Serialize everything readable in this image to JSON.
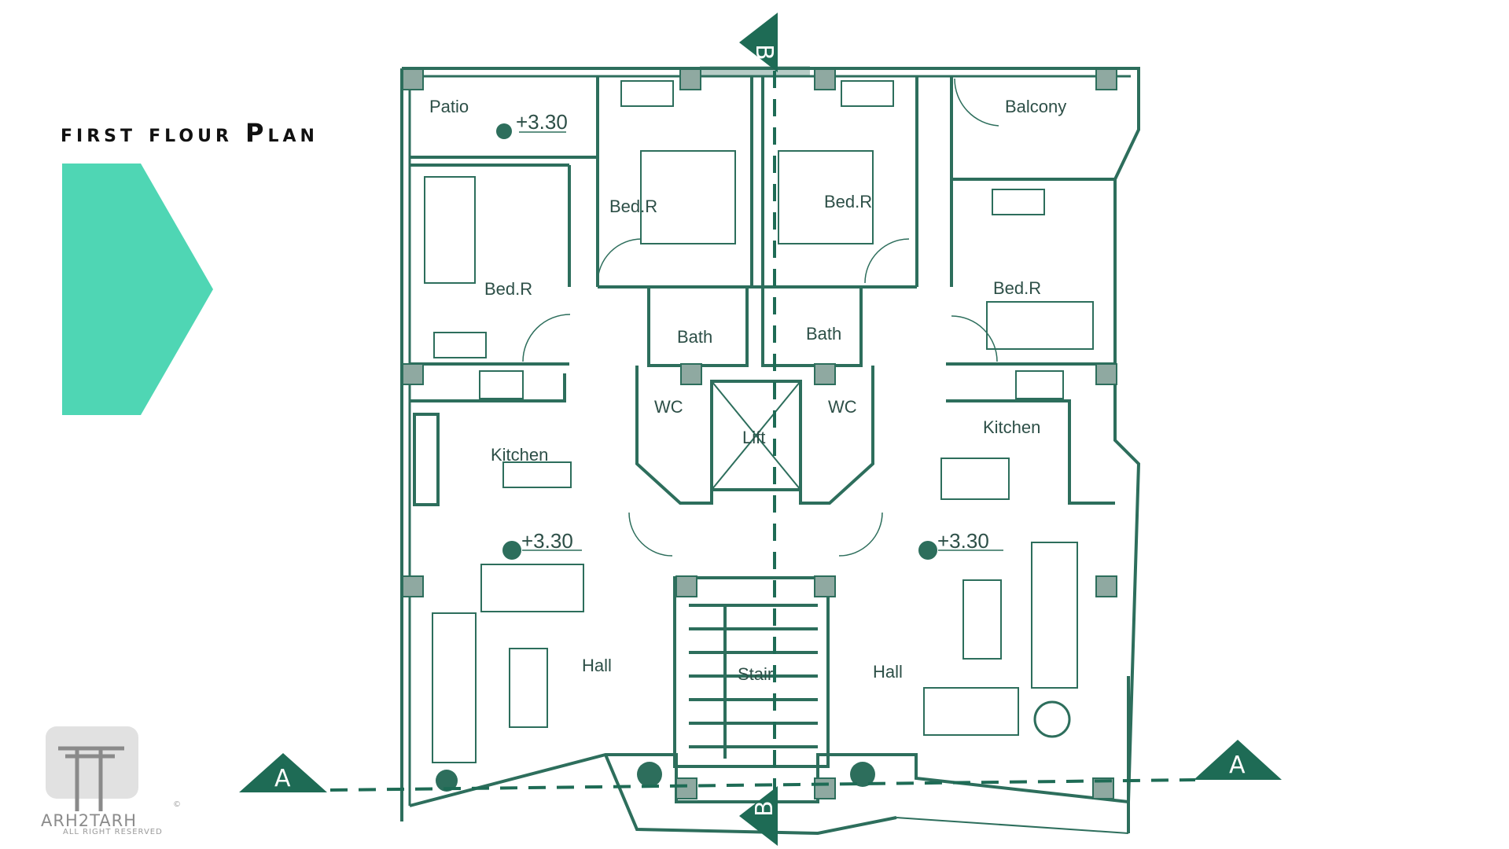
{
  "slide": {
    "title": "first flour Plan"
  },
  "brand": {
    "name": "ARH2TARH",
    "rights": "ALL RIGHT RESERVED",
    "mark": "©"
  },
  "colors": {
    "accent": "#4fd6b4",
    "plan_line": "#2d6e5c",
    "section_marker": "#1e6b55",
    "logo_gray": "#8c8c8c"
  },
  "plan": {
    "rooms": {
      "patio": "Patio",
      "bed_nw": "Bed.R",
      "bed_n_left": "Bed.R",
      "bed_n_right": "Bed.R",
      "balcony": "Balcony",
      "bed_e": "Bed.R",
      "bath_left": "Bath",
      "bath_right": "Bath",
      "wc_left": "WC",
      "wc_right": "WC",
      "lift": "Lift",
      "kitchen_left": "Kitchen",
      "kitchen_right": "Kitchen",
      "hall_left": "Hall",
      "hall_right": "Hall",
      "stair": "Stair"
    },
    "levels": {
      "patio": "+3.30",
      "hall_left": "+3.30",
      "hall_right": "+3.30"
    },
    "section_markers": {
      "top_b": "B",
      "bottom_b": "B",
      "left_a": "A",
      "right_a": "A"
    },
    "icons": [
      "level-marker-icon",
      "furniture",
      "plant",
      "stair-symbol",
      "section-marker"
    ]
  }
}
